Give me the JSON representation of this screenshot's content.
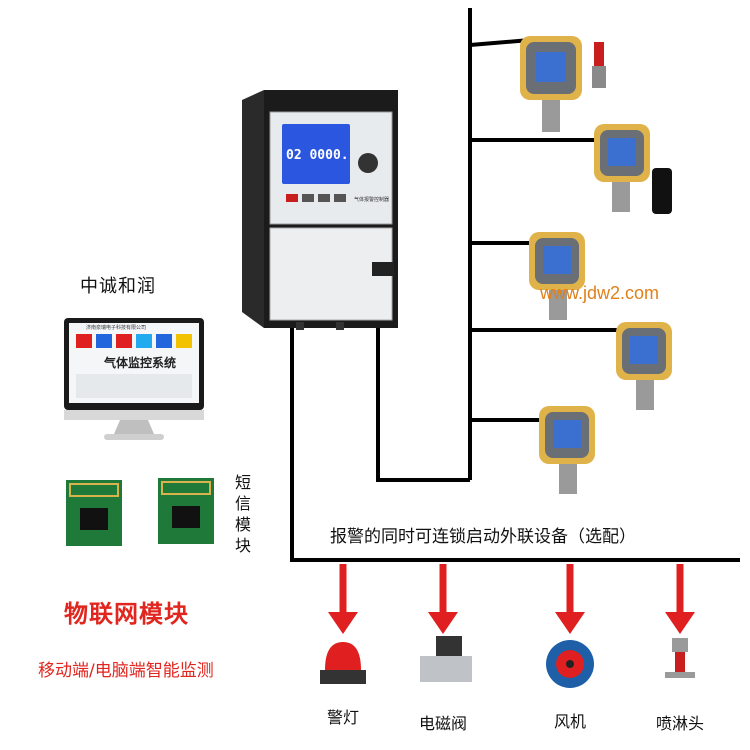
{
  "brand": "中诚和润",
  "website": "www.jdw2.com",
  "interlock_note": "报警的同时可连锁启动外联设备（选配）",
  "sms_module_label": "短信模块",
  "iot_module_label": "物联网模块",
  "mobile_pc_label": "移动端/电脑端智能监测",
  "monitor": {
    "title": "气体监控系统",
    "header": "济南泉瑞电子科技有限公司"
  },
  "controller": {
    "display_digits": "02 0000.",
    "panel_caption": "气体报警控制器"
  },
  "outputs": [
    {
      "label": "警灯",
      "icon": "alarm-lamp-icon"
    },
    {
      "label": "电磁阀",
      "icon": "solenoid-valve-icon"
    },
    {
      "label": "风机",
      "icon": "fan-icon"
    },
    {
      "label": "喷淋头",
      "icon": "sprinkler-icon"
    }
  ],
  "colors": {
    "arrow": "#e02020",
    "wire": "#000000",
    "detector_body": "#e0b24a",
    "detector_screen": "#3b6fd0",
    "controller_lcd": "#2b56e0"
  }
}
